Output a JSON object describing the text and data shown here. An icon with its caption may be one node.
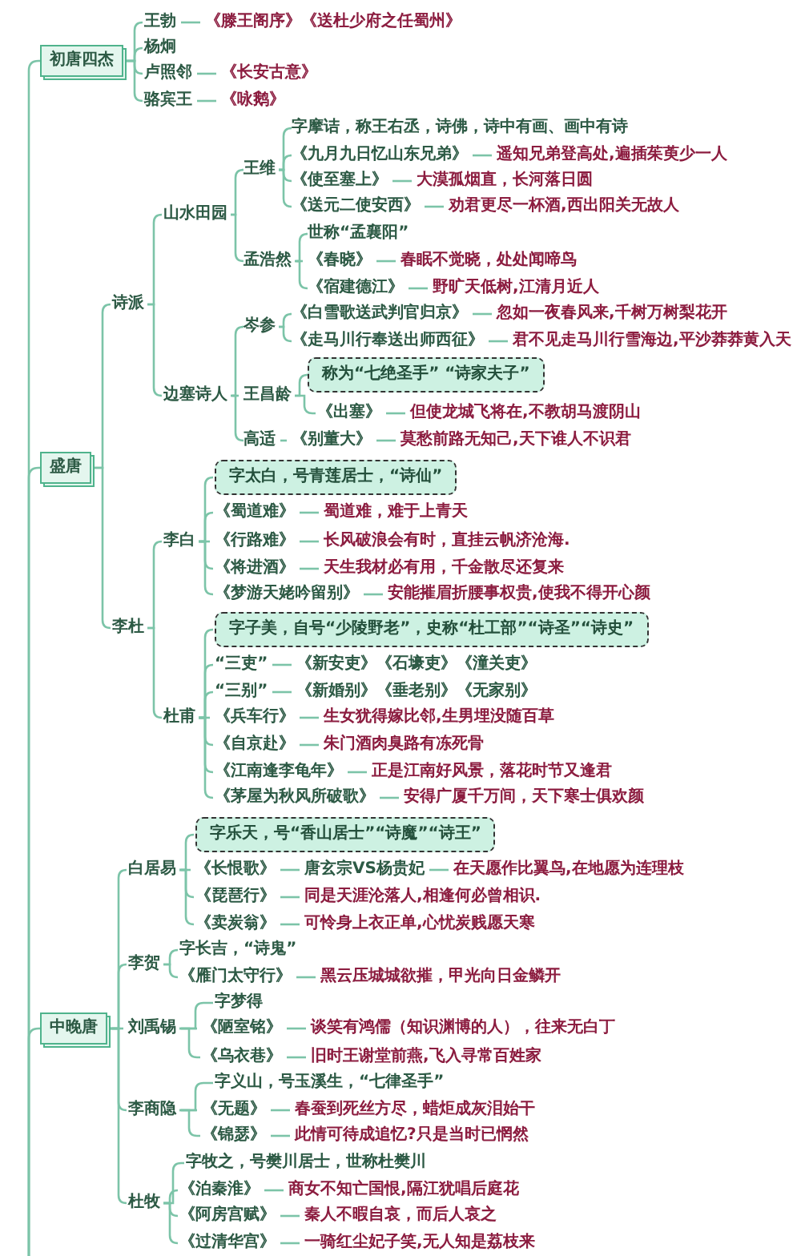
{
  "diagram": {
    "nodes": [
      {
        "text": [
          "初唐四杰"
        ]
      },
      {
        "text": [
          "王勃"
        ]
      },
      {
        "text": [
          "《滕王阁序》《送杜少府之任蜀州》"
        ]
      },
      {
        "text": [
          "杨炯"
        ]
      },
      {
        "text": [
          "卢照邻"
        ]
      },
      {
        "text": [
          "《长安古意》"
        ]
      },
      {
        "text": [
          "骆宾王"
        ]
      },
      {
        "text": [
          "《咏鹅》"
        ]
      },
      {
        "text": [
          "盛唐"
        ]
      },
      {
        "text": [
          "诗派"
        ]
      },
      {
        "text": [
          "山水田园"
        ]
      },
      {
        "text": [
          "王维"
        ]
      },
      {
        "text": [
          "字摩诘，称王右丞，诗佛，诗中有画、画中有诗"
        ]
      },
      {
        "text": [
          "《九月九日忆山东兄弟》"
        ]
      },
      {
        "text": [
          "遥知兄弟登高处,遍插茱萸少一人"
        ]
      },
      {
        "text": [
          "《使至塞上》"
        ]
      },
      {
        "text": [
          "大漠孤烟直，长河落日圆"
        ]
      },
      {
        "text": [
          "《送元二使安西》"
        ]
      },
      {
        "text": [
          "劝君更尽一杯酒,西出阳关无故人"
        ]
      },
      {
        "text": [
          "孟浩然"
        ]
      },
      {
        "text": [
          "世称“孟襄阳”"
        ]
      },
      {
        "text": [
          "《春晓》"
        ]
      },
      {
        "text": [
          "春眠不觉晓，处处闻啼鸟"
        ]
      },
      {
        "text": [
          "《宿建德江》"
        ]
      },
      {
        "text": [
          "野旷天低树,江清月近人"
        ]
      },
      {
        "text": [
          "边塞诗人"
        ]
      },
      {
        "text": [
          "岑参"
        ]
      },
      {
        "text": [
          "《白雪歌送武判官归京》"
        ]
      },
      {
        "text": [
          "忽如一夜春风来,千树万树梨花开"
        ]
      },
      {
        "text": [
          "《走马川行奉送出师西征》"
        ]
      },
      {
        "text": [
          "君不见走马川行雪海边,平沙莽莽黄入天"
        ]
      },
      {
        "text": [
          "王昌龄"
        ]
      },
      {
        "text": [
          "称为“七绝圣手” “诗家夫子”"
        ]
      },
      {
        "text": [
          "《出塞》"
        ]
      },
      {
        "text": [
          "但使龙城飞将在,不教胡马渡阴山"
        ]
      },
      {
        "text": [
          "高适"
        ]
      },
      {
        "text": [
          "《别董大》"
        ]
      },
      {
        "text": [
          "莫愁前路无知己,天下谁人不识君"
        ]
      },
      {
        "text": [
          "李杜"
        ]
      },
      {
        "text": [
          "李白"
        ]
      },
      {
        "text": [
          "字太白，号青莲居士，“诗仙”"
        ]
      },
      {
        "text": [
          "《蜀道难》"
        ]
      },
      {
        "text": [
          "蜀道难，难于上青天"
        ]
      },
      {
        "text": [
          "《行路难》"
        ]
      },
      {
        "text": [
          "长风破浪会有时，直挂云帆济沧海."
        ]
      },
      {
        "text": [
          "《将进酒》"
        ]
      },
      {
        "text": [
          "天生我材必有用，千金散尽还复来"
        ]
      },
      {
        "text": [
          "《梦游天姥吟留别》"
        ]
      },
      {
        "text": [
          "安能摧眉折腰事权贵,使我不得开心颜"
        ]
      },
      {
        "text": [
          "杜甫"
        ]
      },
      {
        "text": [
          "字子美，自号“少陵野老”，史称“杜工部”“诗圣”“诗史”"
        ]
      },
      {
        "text": [
          "“三吏”"
        ]
      },
      {
        "text": [
          "《新安吏》《石壕吏》《潼关吏》"
        ]
      },
      {
        "text": [
          "“三别”"
        ]
      },
      {
        "text": [
          "《新婚别》《垂老别》《无家别》"
        ]
      },
      {
        "text": [
          "《兵车行》"
        ]
      },
      {
        "text": [
          "生女犹得嫁比邻,生男埋没随百草"
        ]
      },
      {
        "text": [
          "《自京赴》"
        ]
      },
      {
        "text": [
          "朱门酒肉臭路有冻死骨"
        ]
      },
      {
        "text": [
          "《江南逢李龟年》"
        ]
      },
      {
        "text": [
          "正是江南好风景，落花时节又逢君"
        ]
      },
      {
        "text": [
          "《茅屋为秋风所破歌》"
        ]
      },
      {
        "text": [
          "安得广厦千万间，天下寒士俱欢颜"
        ]
      },
      {
        "text": [
          "中晚唐"
        ]
      },
      {
        "text": [
          "白居易"
        ]
      },
      {
        "text": [
          "字乐天，号“香山居士”“诗魔”“诗王”"
        ]
      },
      {
        "text": [
          "《长恨歌》"
        ]
      },
      {
        "text": [
          "唐玄宗VS杨贵妃"
        ]
      },
      {
        "text": [
          "在天愿作比翼鸟,在地愿为连理枝"
        ]
      },
      {
        "text": [
          "《琵琶行》"
        ]
      },
      {
        "text": [
          "同是天涯沦落人,相逢何必曾相识."
        ]
      },
      {
        "text": [
          "《卖炭翁》"
        ]
      },
      {
        "text": [
          "可怜身上衣正单,心忧炭贱愿天寒"
        ]
      },
      {
        "text": [
          "李贺"
        ]
      },
      {
        "text": [
          "字长吉，“诗鬼”"
        ]
      },
      {
        "text": [
          "《雁门太守行》"
        ]
      },
      {
        "text": [
          "黑云压城城欲摧，甲光向日金鳞开"
        ]
      },
      {
        "text": [
          "刘禹锡"
        ]
      },
      {
        "text": [
          "字梦得"
        ]
      },
      {
        "text": [
          "《陋室铭》"
        ]
      },
      {
        "text": [
          "谈笑有鸿儒（知识渊博的人），往来无白丁"
        ]
      },
      {
        "text": [
          "《乌衣巷》"
        ]
      },
      {
        "text": [
          "旧时王谢堂前燕,飞入寻常百姓家"
        ]
      },
      {
        "text": [
          "李商隐"
        ]
      },
      {
        "text": [
          "字义山，号玉溪生，“七律圣手”"
        ]
      },
      {
        "text": [
          "《无题》"
        ]
      },
      {
        "text": [
          "春蚕到死丝方尽，蜡炬成灰泪始干"
        ]
      },
      {
        "text": [
          "《锦瑟》"
        ]
      },
      {
        "text": [
          "此情可待成追忆?只是当时已惘然"
        ]
      },
      {
        "text": [
          "杜牧"
        ]
      },
      {
        "text": [
          "字牧之，号樊川居士，世称杜樊川"
        ]
      },
      {
        "text": [
          "《泊秦淮》"
        ]
      },
      {
        "text": [
          "商女不知亡国恨,隔江犹唱后庭花"
        ]
      },
      {
        "text": [
          "《阿房宫赋》"
        ]
      },
      {
        "text": [
          "秦人不暇自哀，而后人哀之"
        ]
      },
      {
        "text": [
          "《过清华宫》"
        ]
      },
      {
        "text": [
          "一骑红尘妃子笑,无人知是荔枝来"
        ]
      }
    ],
    "edges": [
      {
        "from": null,
        "to": 0,
        "arrow": "none"
      },
      {
        "from": 0,
        "to": 1,
        "arrow": "none"
      },
      {
        "from": 1,
        "to": 2,
        "arrow": "none"
      },
      {
        "from": 0,
        "to": 3,
        "arrow": "none"
      },
      {
        "from": 0,
        "to": 4,
        "arrow": "none"
      },
      {
        "from": 4,
        "to": 5,
        "arrow": "none"
      },
      {
        "from": 0,
        "to": 6,
        "arrow": "none"
      },
      {
        "from": 6,
        "to": 7,
        "arrow": "none"
      },
      {
        "from": null,
        "to": 8,
        "arrow": "none"
      },
      {
        "from": 8,
        "to": 9,
        "arrow": "none"
      },
      {
        "from": 9,
        "to": 10,
        "arrow": "none"
      },
      {
        "from": 10,
        "to": 11,
        "arrow": "none"
      },
      {
        "from": 11,
        "to": 12,
        "arrow": "none"
      },
      {
        "from": 11,
        "to": 13,
        "arrow": "none"
      },
      {
        "from": 13,
        "to": 14,
        "arrow": "none"
      },
      {
        "from": 11,
        "to": 15,
        "arrow": "none"
      },
      {
        "from": 15,
        "to": 16,
        "arrow": "none"
      },
      {
        "from": 11,
        "to": 17,
        "arrow": "none"
      },
      {
        "from": 17,
        "to": 18,
        "arrow": "none"
      },
      {
        "from": 10,
        "to": 19,
        "arrow": "none"
      },
      {
        "from": 19,
        "to": 20,
        "arrow": "none"
      },
      {
        "from": 19,
        "to": 21,
        "arrow": "none"
      },
      {
        "from": 21,
        "to": 22,
        "arrow": "none"
      },
      {
        "from": 19,
        "to": 23,
        "arrow": "none"
      },
      {
        "from": 23,
        "to": 24,
        "arrow": "none"
      },
      {
        "from": 9,
        "to": 25,
        "arrow": "none"
      },
      {
        "from": 25,
        "to": 26,
        "arrow": "none"
      },
      {
        "from": 26,
        "to": 27,
        "arrow": "none"
      },
      {
        "from": 27,
        "to": 28,
        "arrow": "none"
      },
      {
        "from": 26,
        "to": 29,
        "arrow": "none"
      },
      {
        "from": 29,
        "to": 30,
        "arrow": "none"
      },
      {
        "from": 25,
        "to": 31,
        "arrow": "none"
      },
      {
        "from": 31,
        "to": 32,
        "arrow": "none"
      },
      {
        "from": 31,
        "to": 33,
        "arrow": "none"
      },
      {
        "from": 33,
        "to": 34,
        "arrow": "none"
      },
      {
        "from": 25,
        "to": 35,
        "arrow": "none"
      },
      {
        "from": 35,
        "to": 36,
        "arrow": "none"
      },
      {
        "from": 36,
        "to": 37,
        "arrow": "none"
      },
      {
        "from": 8,
        "to": 38,
        "arrow": "none"
      },
      {
        "from": 38,
        "to": 39,
        "arrow": "none"
      },
      {
        "from": 39,
        "to": 40,
        "arrow": "none"
      },
      {
        "from": 39,
        "to": 41,
        "arrow": "none"
      },
      {
        "from": 41,
        "to": 42,
        "arrow": "none"
      },
      {
        "from": 39,
        "to": 43,
        "arrow": "none"
      },
      {
        "from": 43,
        "to": 44,
        "arrow": "none"
      },
      {
        "from": 39,
        "to": 45,
        "arrow": "none"
      },
      {
        "from": 45,
        "to": 46,
        "arrow": "none"
      },
      {
        "from": 39,
        "to": 47,
        "arrow": "none"
      },
      {
        "from": 47,
        "to": 48,
        "arrow": "none"
      },
      {
        "from": 38,
        "to": 49,
        "arrow": "none"
      },
      {
        "from": 49,
        "to": 50,
        "arrow": "none"
      },
      {
        "from": 49,
        "to": 51,
        "arrow": "none"
      },
      {
        "from": 51,
        "to": 52,
        "arrow": "none"
      },
      {
        "from": 49,
        "to": 53,
        "arrow": "none"
      },
      {
        "from": 53,
        "to": 54,
        "arrow": "none"
      },
      {
        "from": 49,
        "to": 55,
        "arrow": "none"
      },
      {
        "from": 55,
        "to": 56,
        "arrow": "none"
      },
      {
        "from": 49,
        "to": 57,
        "arrow": "none"
      },
      {
        "from": 57,
        "to": 58,
        "arrow": "none"
      },
      {
        "from": 49,
        "to": 59,
        "arrow": "none"
      },
      {
        "from": 59,
        "to": 60,
        "arrow": "none"
      },
      {
        "from": 49,
        "to": 61,
        "arrow": "none"
      },
      {
        "from": 61,
        "to": 62,
        "arrow": "none"
      },
      {
        "from": null,
        "to": 63,
        "arrow": "none"
      },
      {
        "from": 63,
        "to": 64,
        "arrow": "none"
      },
      {
        "from": 64,
        "to": 65,
        "arrow": "none"
      },
      {
        "from": 64,
        "to": 66,
        "arrow": "none"
      },
      {
        "from": 66,
        "to": 67,
        "arrow": "none"
      },
      {
        "from": 67,
        "to": 68,
        "arrow": "none"
      },
      {
        "from": 64,
        "to": 69,
        "arrow": "none"
      },
      {
        "from": 69,
        "to": 70,
        "arrow": "none"
      },
      {
        "from": 64,
        "to": 71,
        "arrow": "none"
      },
      {
        "from": 71,
        "to": 72,
        "arrow": "none"
      },
      {
        "from": 63,
        "to": 73,
        "arrow": "none"
      },
      {
        "from": 73,
        "to": 74,
        "arrow": "none"
      },
      {
        "from": 73,
        "to": 75,
        "arrow": "none"
      },
      {
        "from": 75,
        "to": 76,
        "arrow": "none"
      },
      {
        "from": 63,
        "to": 77,
        "arrow": "none"
      },
      {
        "from": 77,
        "to": 78,
        "arrow": "none"
      },
      {
        "from": 77,
        "to": 79,
        "arrow": "none"
      },
      {
        "from": 79,
        "to": 80,
        "arrow": "none"
      },
      {
        "from": 77,
        "to": 81,
        "arrow": "none"
      },
      {
        "from": 81,
        "to": 82,
        "arrow": "none"
      },
      {
        "from": 63,
        "to": 83,
        "arrow": "none"
      },
      {
        "from": 83,
        "to": 84,
        "arrow": "none"
      },
      {
        "from": 83,
        "to": 85,
        "arrow": "none"
      },
      {
        "from": 85,
        "to": 86,
        "arrow": "none"
      },
      {
        "from": 83,
        "to": 87,
        "arrow": "none"
      },
      {
        "from": 87,
        "to": 88,
        "arrow": "none"
      },
      {
        "from": 63,
        "to": 89,
        "arrow": "none"
      },
      {
        "from": 89,
        "to": 90,
        "arrow": "none"
      },
      {
        "from": 89,
        "to": 91,
        "arrow": "none"
      },
      {
        "from": 91,
        "to": 92,
        "arrow": "none"
      },
      {
        "from": 89,
        "to": 93,
        "arrow": "none"
      },
      {
        "from": 93,
        "to": 94,
        "arrow": "none"
      },
      {
        "from": 89,
        "to": 95,
        "arrow": "none"
      },
      {
        "from": 95,
        "to": 96,
        "arrow": "none"
      }
    ]
  }
}
